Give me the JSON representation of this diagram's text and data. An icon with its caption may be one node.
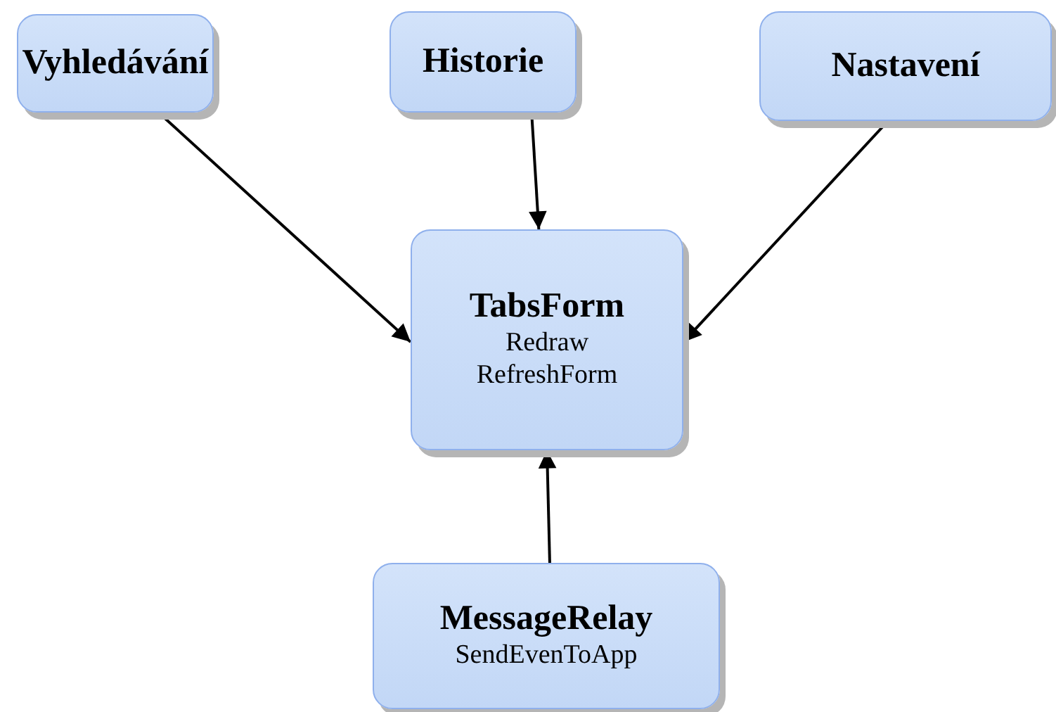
{
  "diagram": {
    "nodes": [
      {
        "text": [
          "Vyhledávání"
        ]
      },
      {
        "text": [
          "Historie"
        ]
      },
      {
        "text": [
          "Nastavení"
        ]
      },
      {
        "text": [
          "TabsForm",
          "Redraw",
          "RefreshForm"
        ]
      },
      {
        "text": [
          "MessageRelay",
          "SendEvenToApp"
        ]
      }
    ],
    "edges": [
      {
        "from": 0,
        "to": 3,
        "arrow": "to"
      },
      {
        "from": 1,
        "to": 3,
        "arrow": "to"
      },
      {
        "from": 2,
        "to": 3,
        "arrow": "to"
      },
      {
        "from": 4,
        "to": 3,
        "arrow": "to"
      }
    ]
  }
}
